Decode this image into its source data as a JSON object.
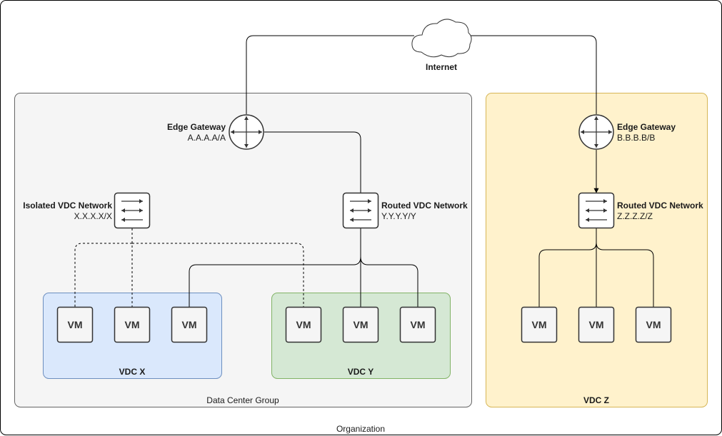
{
  "organization": {
    "label": "Organization"
  },
  "internet": {
    "label": "Internet"
  },
  "data_center_group": {
    "label": "Data Center Group",
    "edge_gateway": {
      "name": "Edge Gateway",
      "address": "A.A.A.A/A"
    },
    "isolated_network": {
      "name": "Isolated VDC Network",
      "address": "X.X.X.X/X"
    },
    "routed_network": {
      "name": "Routed VDC Network",
      "address": "Y.Y.Y.Y/Y"
    },
    "vdc_x": {
      "label": "VDC X",
      "vms": [
        "VM",
        "VM",
        "VM"
      ]
    },
    "vdc_y": {
      "label": "VDC Y",
      "vms": [
        "VM",
        "VM",
        "VM"
      ]
    }
  },
  "vdc_z": {
    "label": "VDC Z",
    "edge_gateway": {
      "name": "Edge Gateway",
      "address": "B.B.B.B/B"
    },
    "routed_network": {
      "name": "Routed VDC Network",
      "address": "Z.Z.Z.Z/Z"
    },
    "vms": [
      "VM",
      "VM",
      "VM"
    ]
  },
  "colors": {
    "dcg_fill": "#f5f5f5",
    "dcg_stroke": "#666666",
    "vdc_x_fill": "#dae8fc",
    "vdc_x_stroke": "#6c8ebf",
    "vdc_y_fill": "#d5e8d4",
    "vdc_y_stroke": "#82b366",
    "vdc_z_fill": "#fff2cc",
    "vdc_z_stroke": "#d6b656"
  }
}
